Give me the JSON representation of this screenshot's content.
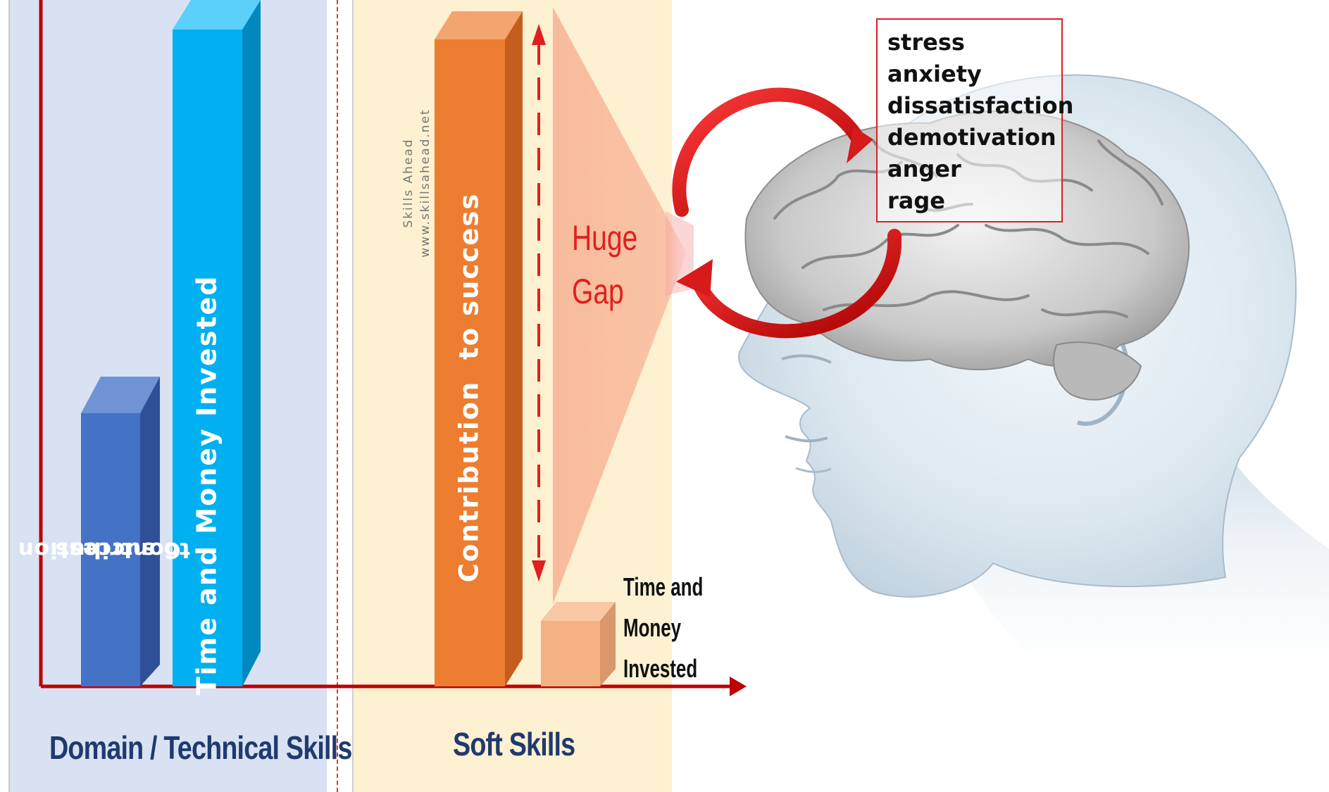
{
  "left_panel": {
    "caption": "Domain / Technical Skills",
    "contribution_bar_label": [
      "Contribution",
      "to success"
    ],
    "investment_bar_label": "Time and Money Invested"
  },
  "right_panel": {
    "caption": "Soft Skills",
    "contribution_bar_label": "Contribution  to success",
    "investment_label": [
      "Time and",
      "Money",
      "Invested"
    ],
    "gap_label": [
      "Huge",
      "Gap"
    ],
    "watermark": [
      "Skills Ahead",
      "www.skillsahead.net"
    ]
  },
  "emotions": [
    "stress",
    "anxiety",
    "dissatisfaction",
    "demotivation",
    "anger",
    "rage"
  ],
  "colors": {
    "left_panel_bg": "#d9e2f3",
    "right_panel_bg": "#fdf1d1",
    "blue_bar": "#4472c4",
    "cyan_bar": "#00b0f0",
    "orange_bar": "#ed7d31",
    "peach_block": "#f4b183",
    "gap_fill": "#f8b89a",
    "axis_red": "#c00000",
    "accent_red": "#e0201e",
    "caption_navy": "#1f3a6e"
  },
  "icons": [
    "head-brain-illustration",
    "cycle-arrows-icon",
    "double-arrow-icon",
    "axis-arrow-icon"
  ]
}
